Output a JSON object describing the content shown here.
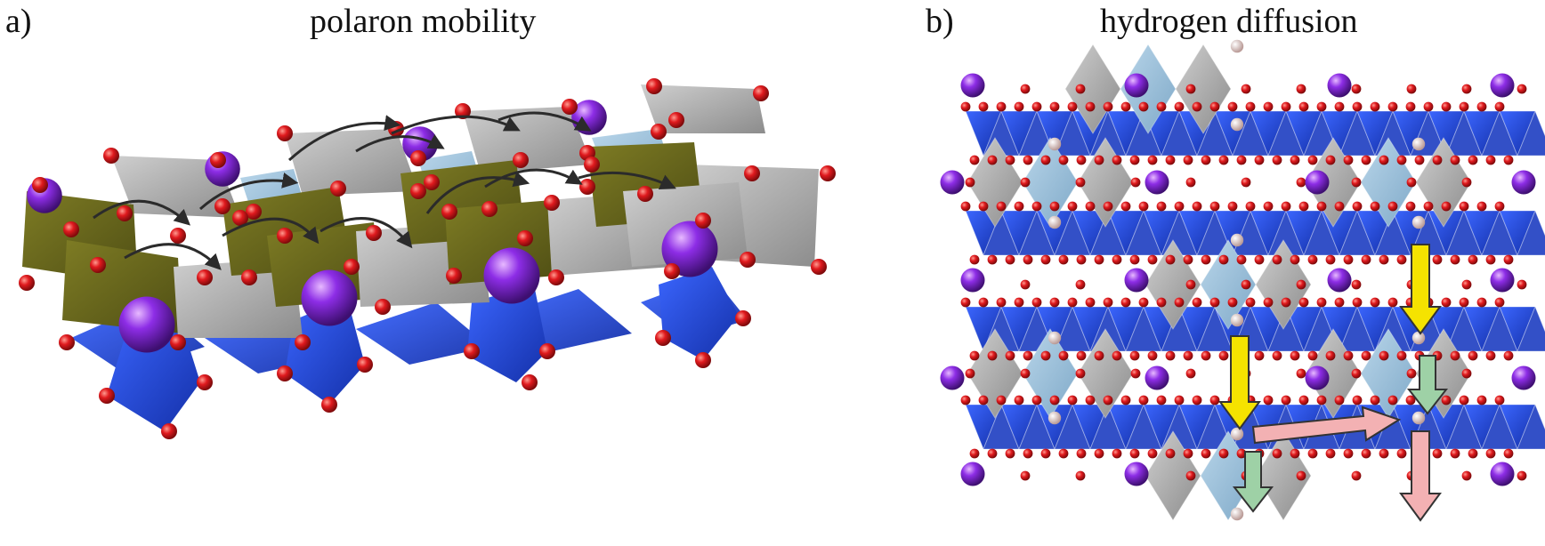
{
  "figure": {
    "panel_a": {
      "label": "a)",
      "title": "polaron mobility"
    },
    "panel_b": {
      "label": "b)",
      "title": "hydrogen diffusion"
    }
  },
  "colors": {
    "oxygen": "#d9181c",
    "potassium": "#8b2be2",
    "hydrogen": "#e9d5d2",
    "octahedron_gray": "#a8a8a8",
    "octahedron_olive": "#6b6a1c",
    "octahedron_blue_light": "#9fc3dc",
    "tetrahedron_blue": "#2246d4",
    "arrow_yellow": "#f5e300",
    "arrow_green": "#9ed1a6",
    "arrow_pink": "#f3b1b3",
    "hop_arrow": "#2b2b2b"
  }
}
